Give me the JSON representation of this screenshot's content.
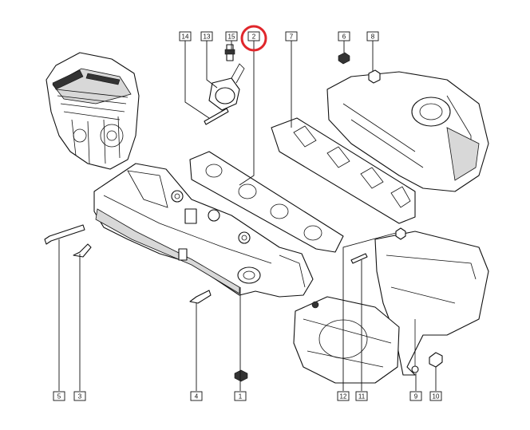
{
  "diagram": {
    "callouts": [
      {
        "id": "c14",
        "label": "14"
      },
      {
        "id": "c13",
        "label": "13"
      },
      {
        "id": "c15",
        "label": "15"
      },
      {
        "id": "c2",
        "label": "2"
      },
      {
        "id": "c7",
        "label": "7"
      },
      {
        "id": "c6",
        "label": "6"
      },
      {
        "id": "c8",
        "label": "8"
      },
      {
        "id": "c5",
        "label": "5"
      },
      {
        "id": "c3",
        "label": "3"
      },
      {
        "id": "c4",
        "label": "4"
      },
      {
        "id": "c1",
        "label": "1"
      },
      {
        "id": "c12",
        "label": "12"
      },
      {
        "id": "c11",
        "label": "11"
      },
      {
        "id": "c9",
        "label": "9"
      },
      {
        "id": "c10",
        "label": "10"
      }
    ],
    "highlight": {
      "target": "2",
      "color": "#e0262b"
    },
    "colors": {
      "line": "#111111",
      "background": "#ffffff",
      "shade": "#d8d8d8"
    }
  }
}
